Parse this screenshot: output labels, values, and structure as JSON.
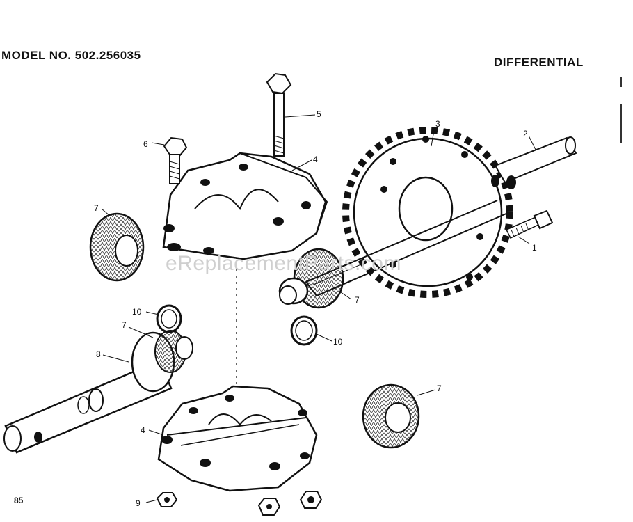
{
  "header": {
    "model_number": "MODEL NO. 502.256035",
    "section_title": "DIFFERENTIAL"
  },
  "page_code": "85",
  "watermark": "eReplacementParts.com",
  "callouts": {
    "c1": "1",
    "c2": "2",
    "c3": "3",
    "c4_top": "4",
    "c4_bottom": "4",
    "c5": "5",
    "c6": "6",
    "c7_left": "7",
    "c7_center": "7",
    "c7_shaft": "7",
    "c7_right": "7",
    "c8": "8",
    "c9": "9",
    "c10_left": "10",
    "c10_center": "10"
  }
}
